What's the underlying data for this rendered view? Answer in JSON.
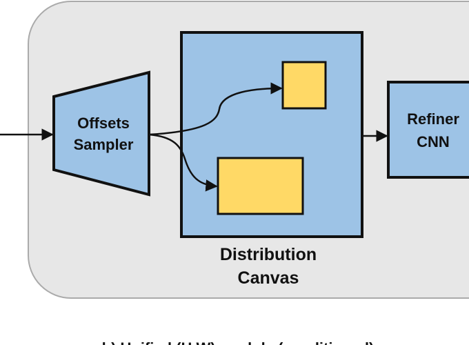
{
  "colors": {
    "panel_fill": "#e7e7e7",
    "panel_stroke": "#aaaaaa",
    "block_fill": "#9dc3e6",
    "patch_fill": "#ffd966",
    "stroke": "#111111"
  },
  "nodes": {
    "sampler": {
      "line1": "Offsets",
      "line2": "Sampler"
    },
    "canvas": {
      "line1": "Distribution",
      "line2": "Canvas"
    },
    "refiner": {
      "line1": "Refiner",
      "line2": "CNN"
    }
  },
  "caption": "b) Unified (H,W) module (conditioned)"
}
